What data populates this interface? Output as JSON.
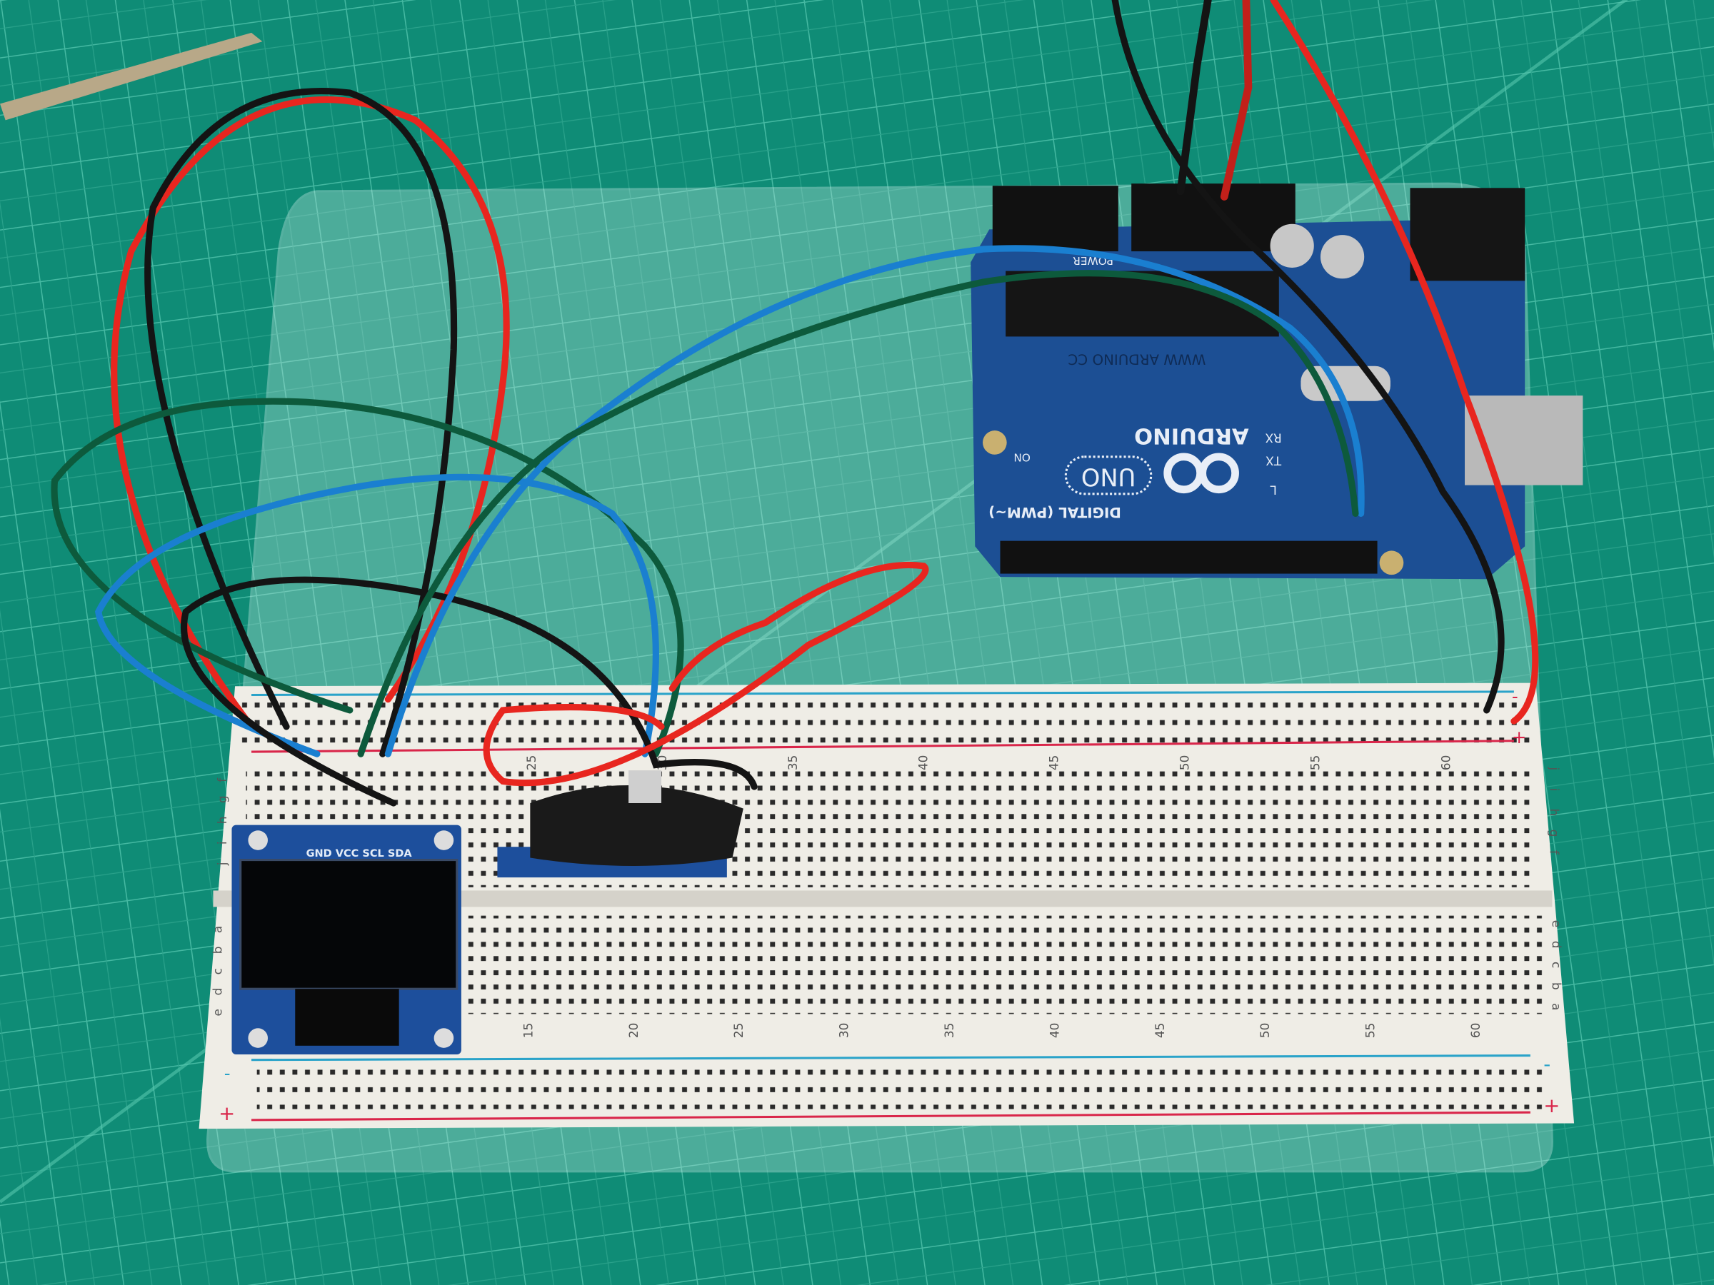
{
  "colors": {
    "mat": "#0f8c76",
    "mat_lines": "#3fb8a0",
    "arduino_pcb": "#1c4f94",
    "breadboard": "#f1efe9",
    "oled_pcb": "#1d4f9c",
    "wire_red": "#e8261f",
    "wire_black": "#141414",
    "wire_blue": "#1a7fd0",
    "wire_green": "#0d5a3c",
    "rail_red": "#d9264a",
    "rail_blue": "#2aa3c9"
  },
  "arduino": {
    "brand": "ARDUINO",
    "model": "UNO",
    "url": "WWW ARDUINO CC",
    "header_digital": "DIGITAL (PWM~)",
    "header_power": "POWER",
    "led_rx": "RX",
    "led_tx": "TX",
    "led_l": "L",
    "led_on": "ON"
  },
  "oled": {
    "pin_labels": "GND VCC SCL SDA"
  },
  "breadboard": {
    "top_numbers": [
      "25",
      "30",
      "35",
      "40",
      "45",
      "50",
      "55",
      "60"
    ],
    "bottom_numbers": [
      "15",
      "20",
      "25",
      "30",
      "35",
      "40",
      "45",
      "50",
      "55",
      "60"
    ],
    "rows_upper": [
      "j",
      "i",
      "h",
      "g",
      "f"
    ],
    "rows_lower": [
      "e",
      "d",
      "c",
      "b",
      "a"
    ],
    "rail_plus": "+",
    "rail_minus": "-"
  }
}
